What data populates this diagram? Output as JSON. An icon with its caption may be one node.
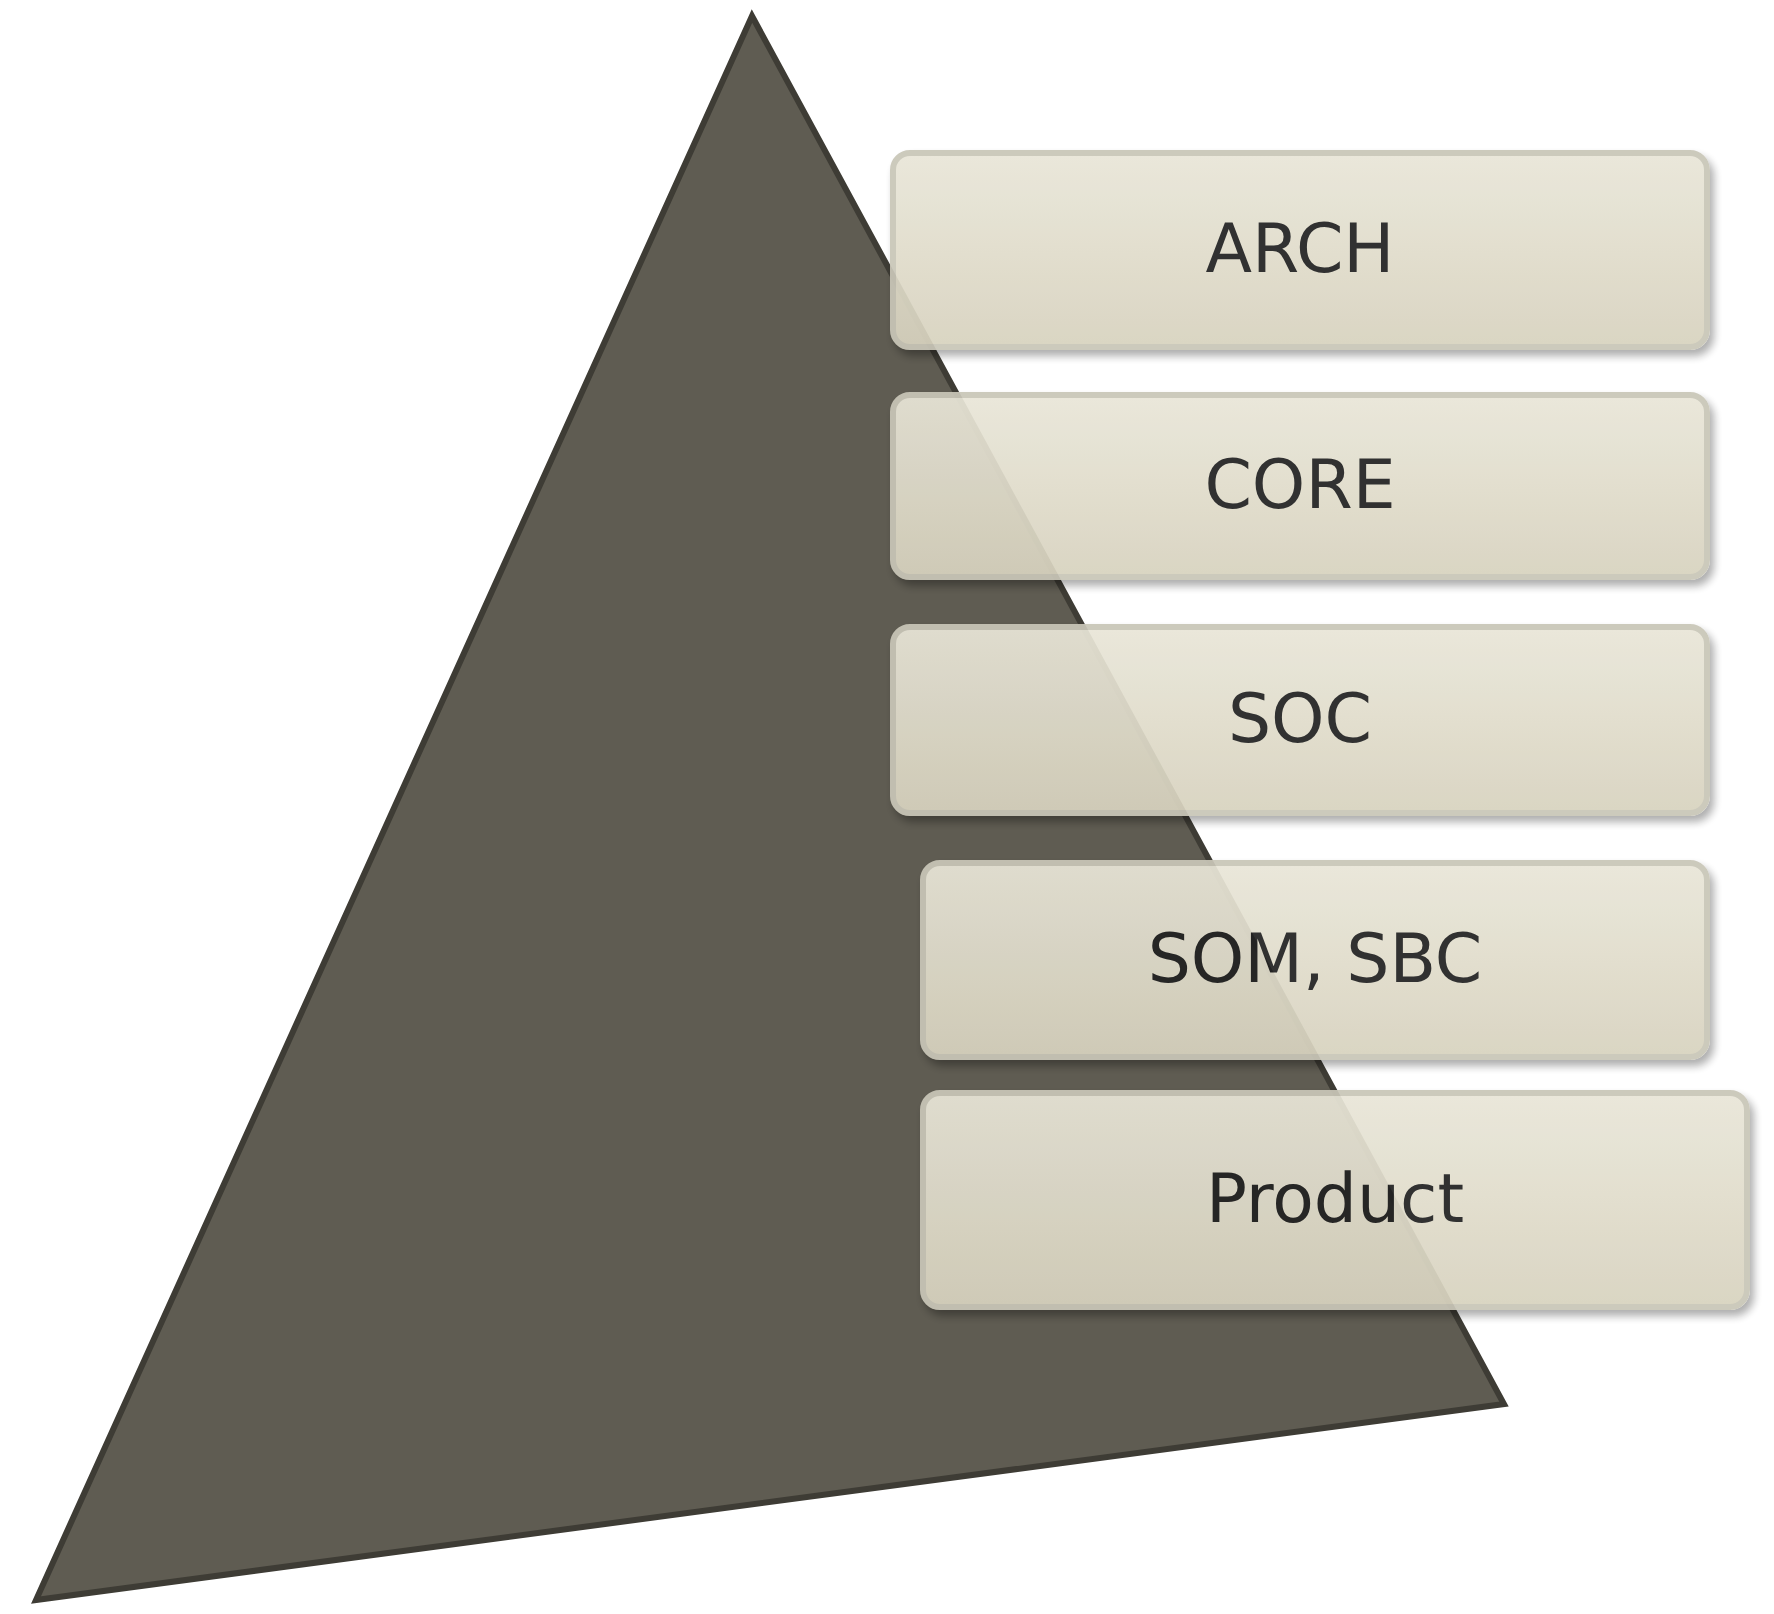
{
  "diagram": {
    "nodes": [
      {
        "text": [
          "ARCH"
        ]
      },
      {
        "text": [
          "CORE"
        ]
      },
      {
        "text": [
          "SOC"
        ]
      },
      {
        "text": [
          "SOM, SBC"
        ]
      },
      {
        "text": [
          "Product"
        ]
      }
    ]
  }
}
